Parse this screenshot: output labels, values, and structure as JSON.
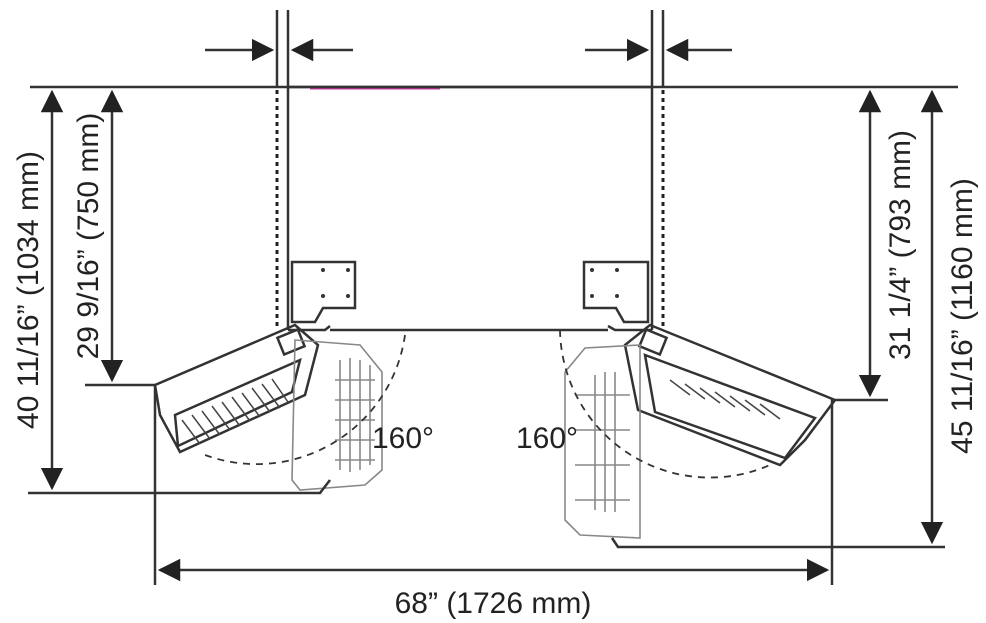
{
  "dimensions": {
    "left_outer": "40 11/16” (1034 mm)",
    "left_inner": "29 9/16” (750 mm)",
    "right_inner": "31 1/4” (793 mm)",
    "right_outer": "45 11/16” (1160 mm)",
    "total_width": "68” (1726 mm)"
  },
  "angles": {
    "left_door": "160°",
    "right_door": "160°"
  },
  "colors": {
    "line": "#333333",
    "accent_line": "#c0399a"
  }
}
